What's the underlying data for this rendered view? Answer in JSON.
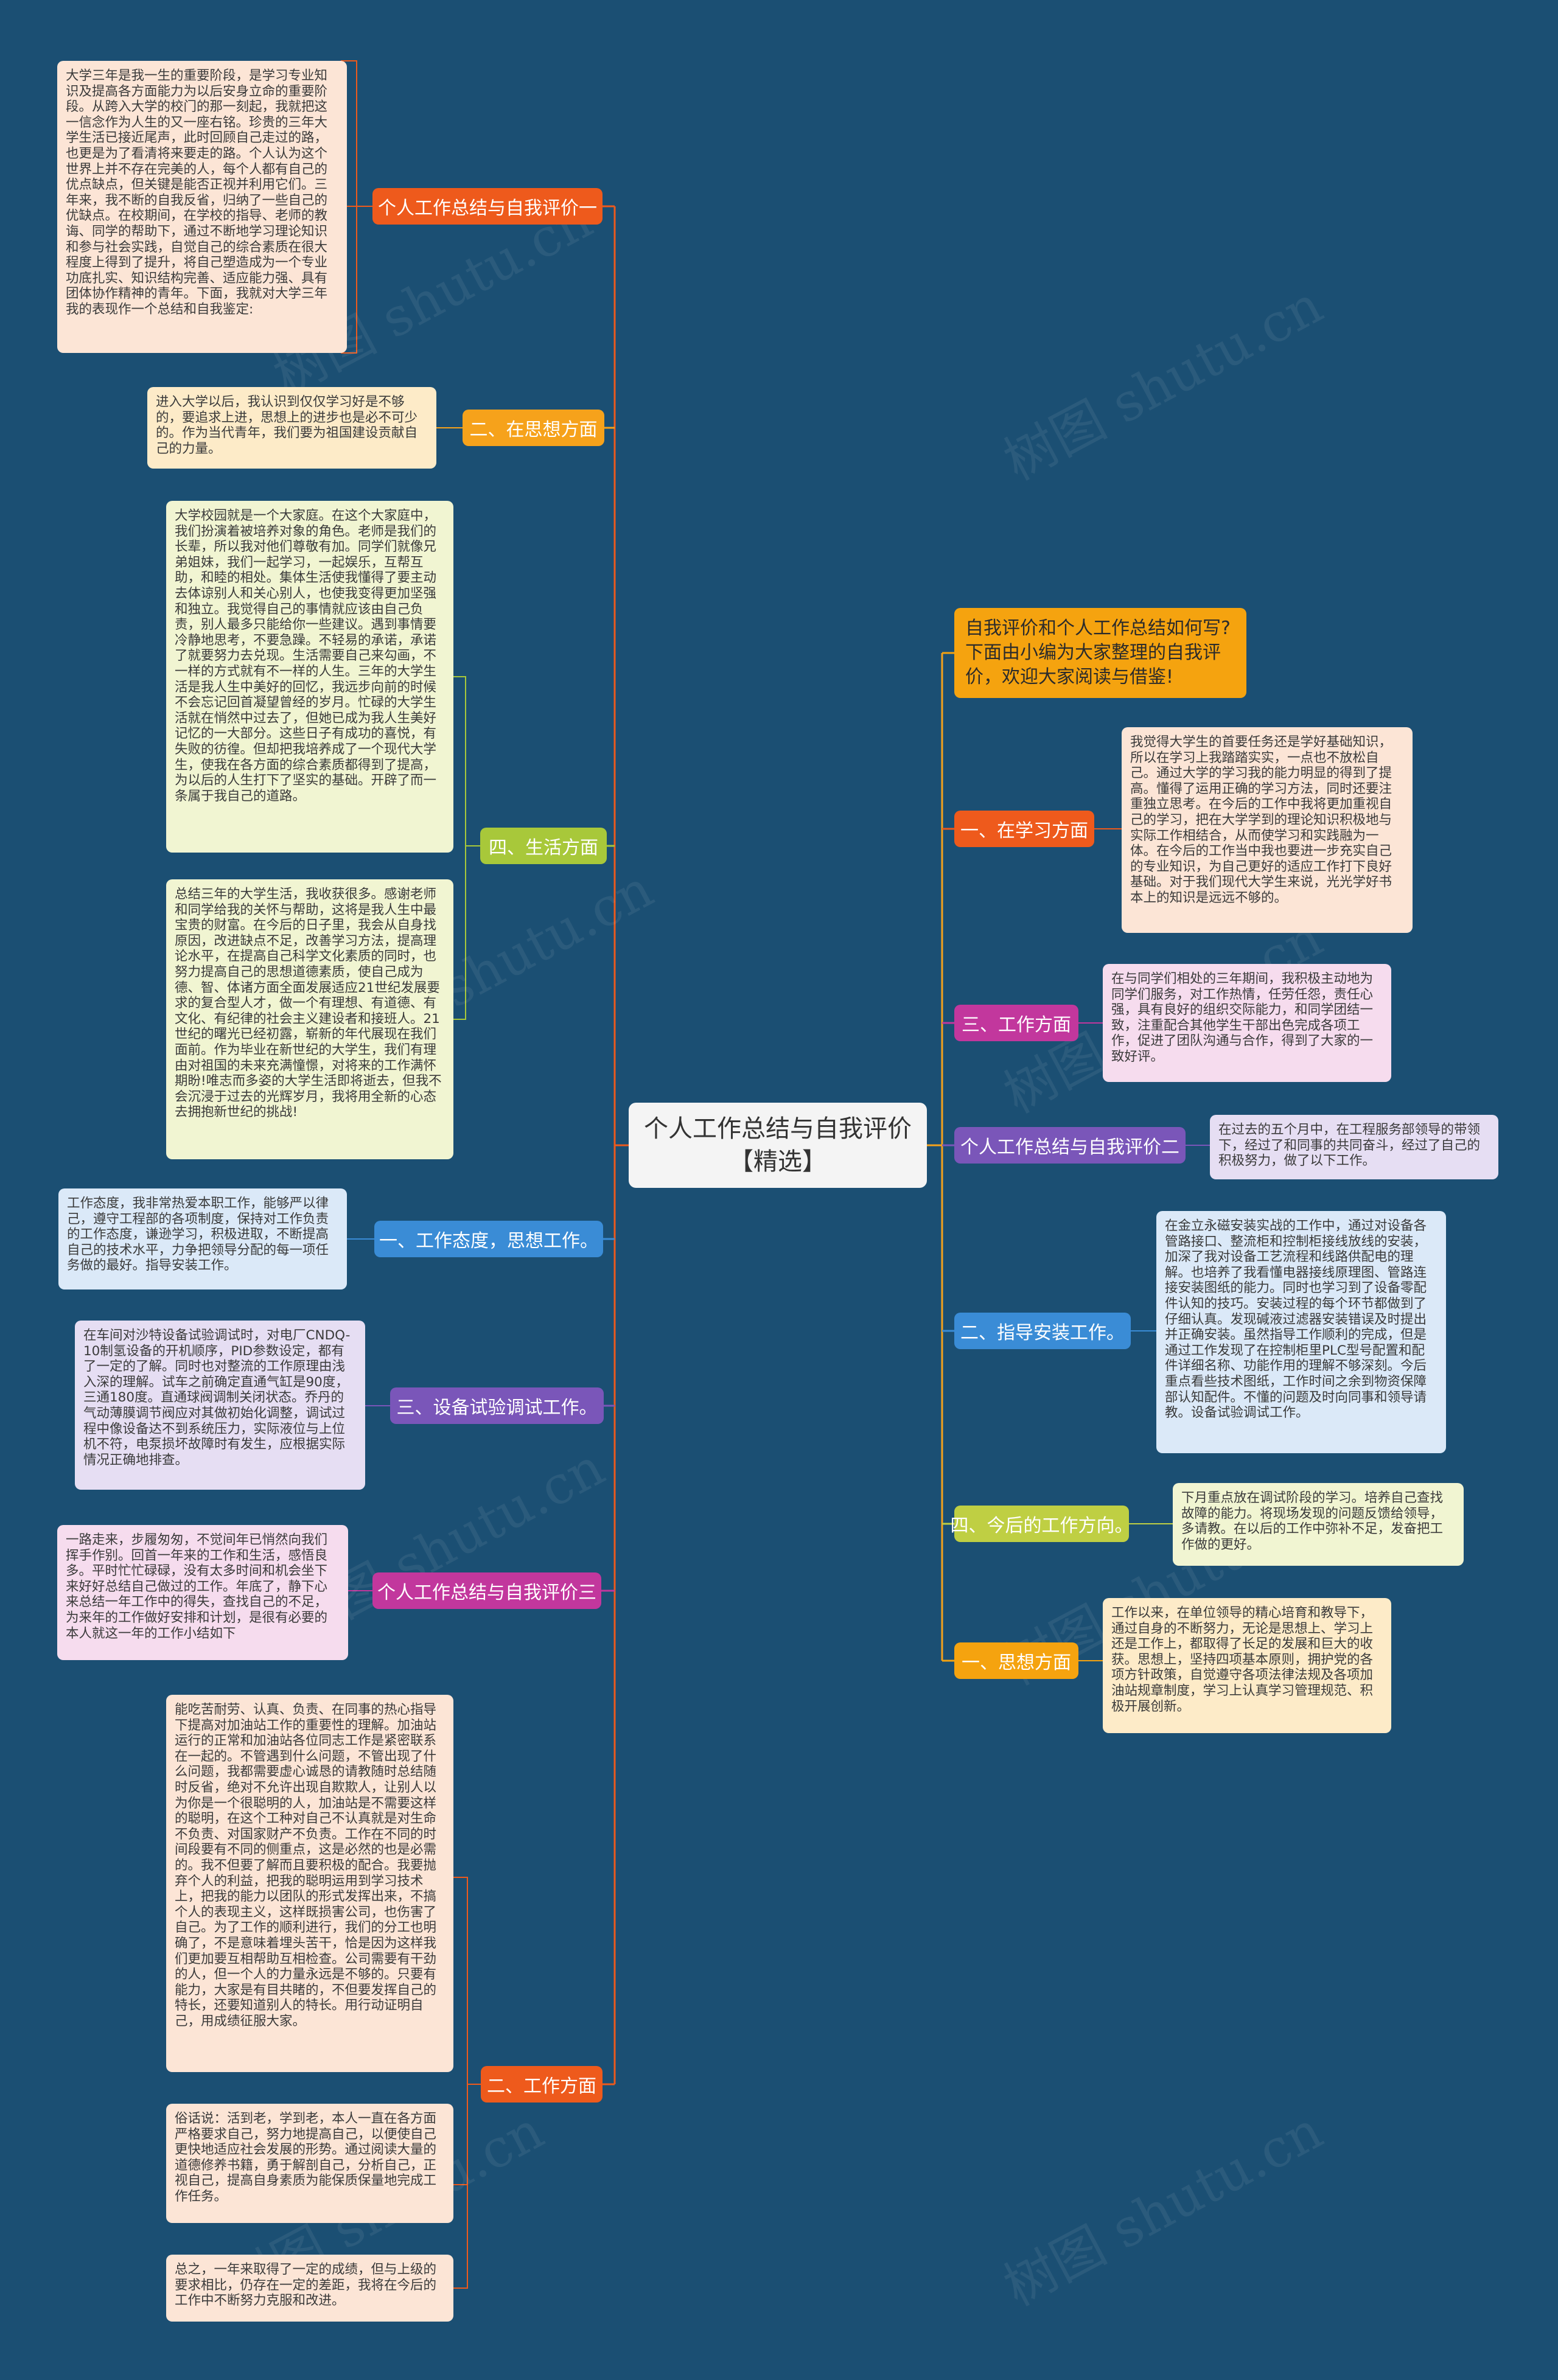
{
  "colors": {
    "background": "#1b4f73",
    "orange_red": "#ee5a1c",
    "orange": "#f6a21b",
    "yellow_green": "#a8c83a",
    "blue": "#3a8cd6",
    "purple": "#7a56b9",
    "magenta": "#c2379d",
    "yellow": "#f5a30f",
    "olive": "#bfcf43"
  },
  "center": {
    "line1": "个人工作总结与自我评价",
    "line2": "【精选】"
  },
  "intro": {
    "text": "自我评价和个人工作总结如何写?下面由小编为大家整理的自我评价，欢迎大家阅读与借鉴!"
  },
  "branches": {
    "left1": "个人工作总结与自我评价一",
    "left2": "二、在思想方面",
    "left3": "四、生活方面",
    "left4": "一、工作态度，思想工作。",
    "left5": "三、设备试验调试工作。",
    "left6": "个人工作总结与自我评价三",
    "left7": "二、工作方面",
    "right1": "一、在学习方面",
    "right2": "三、工作方面",
    "right3": "个人工作总结与自我评价二",
    "right4": "二、指导安装工作。",
    "right5": "四、今后的工作方向。",
    "right6": "一、思想方面"
  },
  "notes": {
    "n1": "大学三年是我一生的重要阶段，是学习专业知识及提高各方面能力为以后安身立命的重要阶段。从跨入大学的校门的那一刻起，我就把这一信念作为人生的又一座右铭。珍贵的三年大学生活已接近尾声，此时回顾自己走过的路，也更是为了看清将来要走的路。个人认为这个世界上并不存在完美的人，每个人都有自己的优点缺点，但关键是能否正视并利用它们。三年来，我不断的自我反省，归纳了一些自己的优缺点。在校期间，在学校的指导、老师的教诲、同学的帮助下，通过不断地学习理论知识和参与社会实践，自觉自己的综合素质在很大程度上得到了提升，将自己塑造成为一个专业功底扎实、知识结构完善、适应能力强、具有团体协作精神的青年。下面，我就对大学三年我的表现作一个总结和自我鉴定:",
    "n2": "进入大学以后，我认识到仅仅学习好是不够的，要追求上进，思想上的进步也是必不可少的。作为当代青年，我们要为祖国建设贡献自己的力量。",
    "n3": "大学校园就是一个大家庭。在这个大家庭中，我们扮演着被培养对象的角色。老师是我们的长辈，所以我对他们尊敬有加。同学们就像兄弟姐妹，我们一起学习，一起娱乐，互帮互助，和睦的相处。集体生活使我懂得了要主动去体谅别人和关心别人，也使我变得更加坚强和独立。我觉得自己的事情就应该由自己负责，别人最多只能给你一些建议。遇到事情要冷静地思考，不要急躁。不轻易的承诺，承诺了就要努力去兑现。生活需要自己来勾画，不一样的方式就有不一样的人生。三年的大学生活是我人生中美好的回忆，我远步向前的时候不会忘记回首凝望曾经的岁月。忙碌的大学生活就在悄然中过去了，但她已成为我人生美好记忆的一大部分。这些日子有成功的喜悦，有失败的彷徨。但却把我培养成了一个现代大学生，使我在各方面的综合素质都得到了提高，为以后的人生打下了坚实的基础。开辟了而一条属于我自己的道路。",
    "n4": "总结三年的大学生活，我收获很多。感谢老师和同学给我的关怀与帮助，这将是我人生中最宝贵的财富。在今后的日子里，我会从自身找原因，改进缺点不足，改善学习方法，提高理论水平，在提高自己科学文化素质的同时，也努力提高自己的思想道德素质，使自己成为德、智、体诸方面全面发展适应21世纪发展要求的复合型人才，做一个有理想、有道德、有文化、有纪律的社会主义建设者和接班人。21世纪的曙光已经初露，崭新的年代展现在我们面前。作为毕业在新世纪的大学生，我们有理由对祖国的未来充满憧憬，对将来的工作满怀期盼!唯志而多姿的大学生活即将逝去，但我不会沉浸于过去的光辉岁月，我将用全新的心态去拥抱新世纪的挑战!",
    "n5": "工作态度，我非常热爱本职工作，能够严以律己，遵守工程部的各项制度，保持对工作负责的工作态度，谦逊学习，积极进取，不断提高自己的技术水平，力争把领导分配的每一项任务做的最好。指导安装工作。",
    "n6": "在车间对沙特设备试验调试时，对电厂CNDQ-10制氢设备的开机顺序，PID参数设定，都有了一定的了解。同时也对整流的工作原理由浅入深的理解。试车之前确定直通气缸是90度，三通180度。直通球阀调制关闭状态。乔丹的气动薄膜调节阀应对其做初始化调整，调试过程中像设备达不到系统压力，实际液位与上位机不符，电泵损坏故障时有发生，应根据实际情况正确地排查。",
    "n7": "一路走来，步履匆匆，不觉间年已悄然向我们挥手作别。回首一年来的工作和生活，感悟良多。平时忙忙碌碌，没有太多时间和机会坐下来好好总结自己做过的工作。年底了，静下心来总结一年工作中的得失，查找自己的不足，为来年的工作做好安排和计划，是很有必要的本人就这一年的工作小结如下",
    "n8": "能吃苦耐劳、认真、负责、在同事的热心指导下提高对加油站工作的重要性的理解。加油站运行的正常和加油站各位同志工作是紧密联系在一起的。不管遇到什么问题，不管出现了什么问题，我都需要虚心诚恳的请教随时总结随时反省，绝对不允许出现自欺欺人，让别人以为你是一个很聪明的人，加油站是不需要这样的聪明，在这个工种对自己不认真就是对生命不负责、对国家财产不负责。工作在不同的时间段要有不同的侧重点，这是必然的也是必需的。我不但要了解而且要积极的配合。我要抛弃个人的利益，把我的聪明运用到学习技术上，把我的能力以团队的形式发挥出来，不搞个人的表现主义，这样既损害公司，也伤害了自己。为了工作的顺利进行，我们的分工也明确了，不是意味着埋头苦干，恰是因为这样我们更加要互相帮助互相检查。公司需要有干劲的人，但一个人的力量永远是不够的。只要有能力，大家是有目共睹的，不但要发挥自己的特长，还要知道别人的特长。用行动证明自己，用成绩征服大家。",
    "n9": "俗话说：活到老，学到老，本人一直在各方面严格要求自己，努力地提高自己，以便使自己更快地适应社会发展的形势。通过阅读大量的道德修养书籍，勇于解剖自己，分析自己，正视自己，提高自身素质为能保质保量地完成工作任务。",
    "n10": "总之，一年来取得了一定的成绩，但与上级的要求相比，仍存在一定的差距，我将在今后的工作中不断努力克服和改进。",
    "n11": "我觉得大学生的首要任务还是学好基础知识，所以在学习上我踏踏实实，一点也不放松自己。通过大学的学习我的能力明显的得到了提高。懂得了运用正确的学习方法，同时还要注重独立思考。在今后的工作中我将更加重视自己的学习，把在大学学到的理论知识积极地与实际工作相结合，从而使学习和实践融为一体。在今后的工作当中我也要进一步充实自己的专业知识，为自己更好的适应工作打下良好基础。对于我们现代大学生来说，光光学好书本上的知识是远远不够的。",
    "n12": "在与同学们相处的三年期间，我积极主动地为同学们服务，对工作热情，任劳任怨，责任心强，具有良好的组织交际能力，和同学团结一致，注重配合其他学生干部出色完成各项工作，促进了团队沟通与合作，得到了大家的一致好评。",
    "n13": "在过去的五个月中，在工程服务部领导的带领下，经过了和同事的共同奋斗，经过了自己的积极努力，做了以下工作。",
    "n14": "在金立永磁安装实战的工作中，通过对设备各管路接口、整流柜和控制柜接线放线的安装，加深了我对设备工艺流程和线路供配电的理解。也培养了我看懂电器接线原理图、管路连接安装图纸的能力。同时也学习到了设备零配件认知的技巧。安装过程的每个环节都做到了仔细认真。发现碱液过滤器安装错误及时提出并正确安装。虽然指导工作顺利的完成，但是通过工作发现了在控制柜里PLC型号配置和配件详细名称、功能作用的理解不够深刻。今后重点看些技术图纸，工作时间之余到物资保障部认知配件。不懂的问题及时向同事和领导请教。设备试验调试工作。",
    "n15": "下月重点放在调试阶段的学习。培养自己查找故障的能力。将现场发现的问题反馈给领导，多请教。在以后的工作中弥补不足，发奋把工作做的更好。",
    "n16": "工作以来，在单位领导的精心培育和教导下，通过自身的不断努力，无论是思想上、学习上还是工作上，都取得了长足的发展和巨大的收获。思想上，坚持四项基本原则，拥护党的各项方针政策，自觉遵守各项法律法规及各项加油站规章制度，学习上认真学习管理规范、积极开展创新。"
  },
  "watermarks": [
    "树图 shutu.cn",
    "树图 shutu.cn",
    "树图 shutu.cn",
    "树图 shutu.cn",
    "树图 shutu.cn",
    "树图 shutu.cn",
    "树图 shutu.cn",
    "树图 shutu.cn"
  ]
}
